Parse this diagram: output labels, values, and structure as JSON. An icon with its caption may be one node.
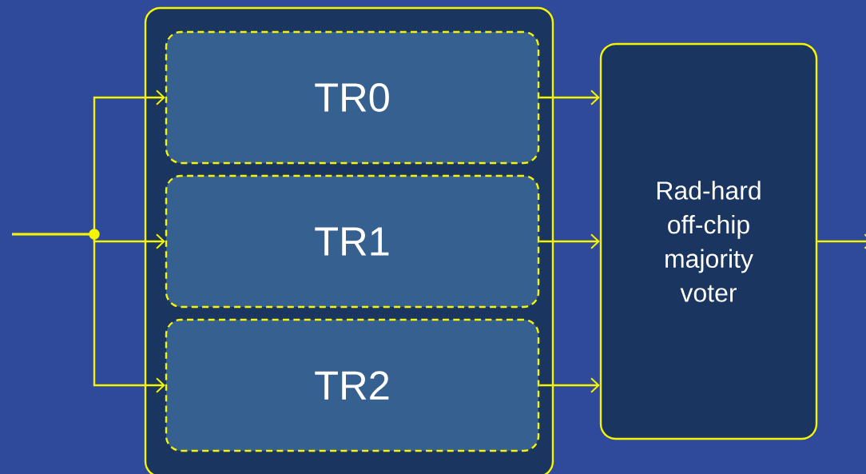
{
  "diagram": {
    "nodes": [
      {
        "text": [],
        "shape": "box"
      },
      {
        "text": [
          "TR0"
        ],
        "in": 0
      },
      {
        "text": [
          "TR1"
        ],
        "in": 0
      },
      {
        "text": [
          "TR2"
        ],
        "in": 0
      },
      {
        "text": [
          "Rad-hard off-chip majority voter"
        ]
      }
    ],
    "edges": [
      {
        "from": null,
        "to": 1,
        "arrow": "to"
      },
      {
        "from": null,
        "to": 2,
        "arrow": "to"
      },
      {
        "from": null,
        "to": 3,
        "arrow": "to"
      },
      {
        "from": 1,
        "to": 4,
        "arrow": "to"
      },
      {
        "from": 2,
        "to": 4,
        "arrow": "to"
      },
      {
        "from": 3,
        "to": 4,
        "arrow": "to"
      },
      {
        "from": 4,
        "to": null,
        "arrow": "to"
      }
    ]
  }
}
